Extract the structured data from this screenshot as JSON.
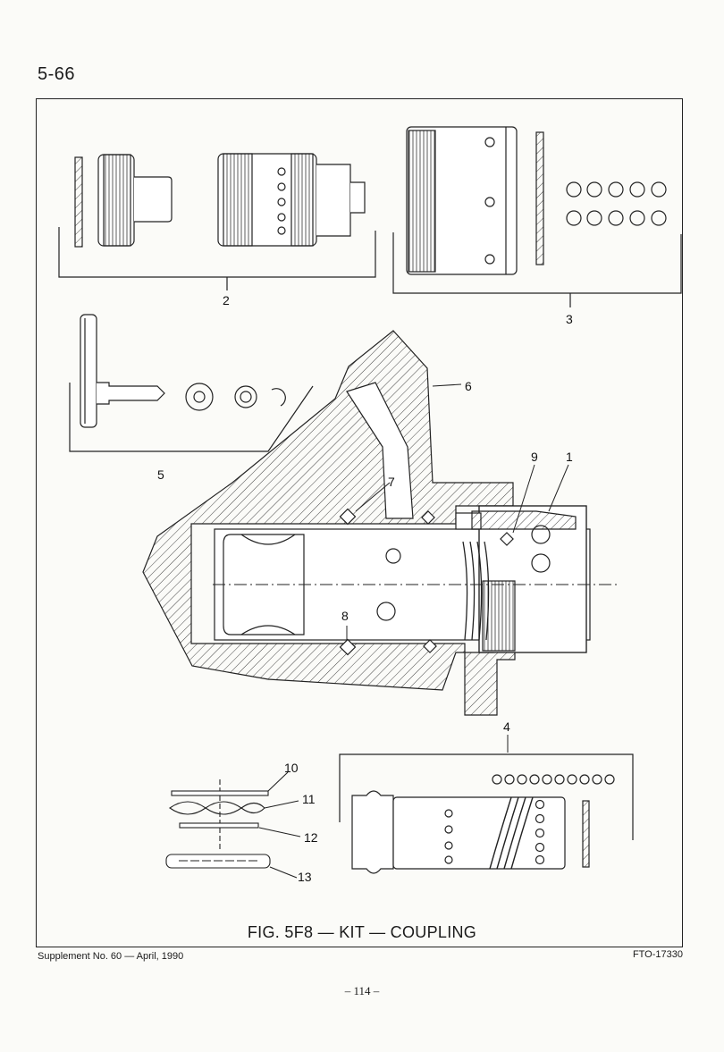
{
  "page_number": "5-66",
  "figure_title": "FIG. 5F8 — KIT — COUPLING",
  "footer": {
    "supplement": "Supplement No. 60 — April, 1990",
    "code": "FTO-17330",
    "page": "– 114 –"
  },
  "callouts": [
    "1",
    "2",
    "3",
    "4",
    "5",
    "6",
    "7",
    "8",
    "9",
    "10",
    "11",
    "12",
    "13"
  ]
}
